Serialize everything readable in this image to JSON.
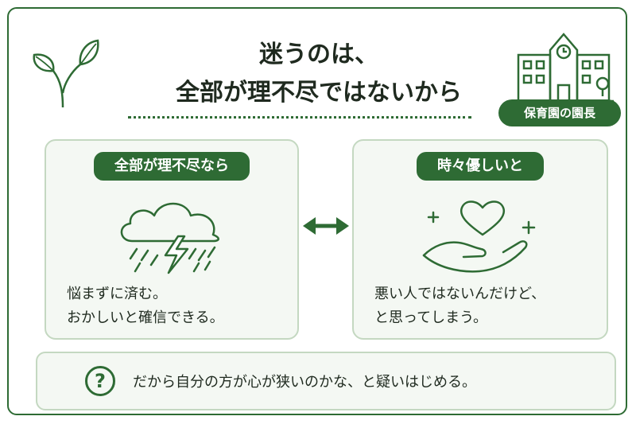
{
  "title": {
    "line1": "迷うのは、",
    "line2": "全部が理不尽ではないから"
  },
  "role_badge": "保育園の園長",
  "left_card": {
    "heading": "全部が理不尽なら",
    "lines": [
      "悩まずに済む。",
      "おかしいと確信できる。"
    ],
    "icon": "storm-cloud-icon"
  },
  "right_card": {
    "heading": "時々優しいと",
    "lines": [
      "悪い人ではないんだけど、",
      "と思ってしまう。"
    ],
    "icon": "heart-in-hand-icon"
  },
  "connector_icon": "double-arrow-icon",
  "bottom": {
    "icon_glyph": "?",
    "text": "だから自分の方が心が狭いのかな、と疑いはじめる。"
  },
  "colors": {
    "accent": "#2e6b34",
    "card_bg": "#f4f8f3",
    "card_border": "#c4d8c1",
    "text": "#1f2a1f"
  }
}
